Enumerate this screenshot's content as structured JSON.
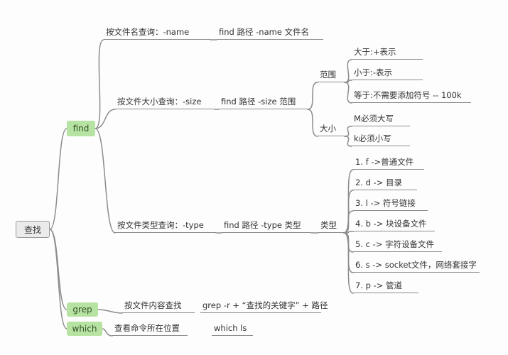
{
  "root": {
    "label": "查找"
  },
  "branches": {
    "find": {
      "label": "find"
    },
    "grep": {
      "label": "grep"
    },
    "which": {
      "label": "which"
    }
  },
  "find_children": {
    "name": {
      "label": "按文件名查询：-name",
      "cmd": "find 路径 -name 文件名"
    },
    "size": {
      "label": "按文件大小查询：-size",
      "cmd": "find 路径 -size 范围",
      "range": {
        "label": "范围",
        "items": [
          "大于:+表示",
          "小于:-表示",
          "等于:不需要添加符号 -- 100k"
        ]
      },
      "case": {
        "label": "大小",
        "items": [
          "M必须大写",
          "k必须小写"
        ]
      }
    },
    "type": {
      "label": "按文件类型查询：-type",
      "cmd": "find 路径 -type 类型",
      "kind": {
        "label": "类型",
        "items": [
          "1. f ->普通文件",
          "2. d -> 目录",
          "3. l -> 符号链接",
          "4. b -> 块设备文件",
          "5. c -> 字符设备文件",
          "6. s -> socket文件，网络套接字",
          "7. p -> 管道"
        ]
      }
    }
  },
  "grep_children": {
    "label": "按文件内容查找",
    "cmd": "grep -r + “查找的关键字” + 路径"
  },
  "which_children": {
    "label": "查看命令所在位置",
    "cmd": "which ls"
  },
  "colors": {
    "branch_green": "#b6e3a1",
    "root_gray": "#ebebeb",
    "line": "#8c8c8c"
  }
}
